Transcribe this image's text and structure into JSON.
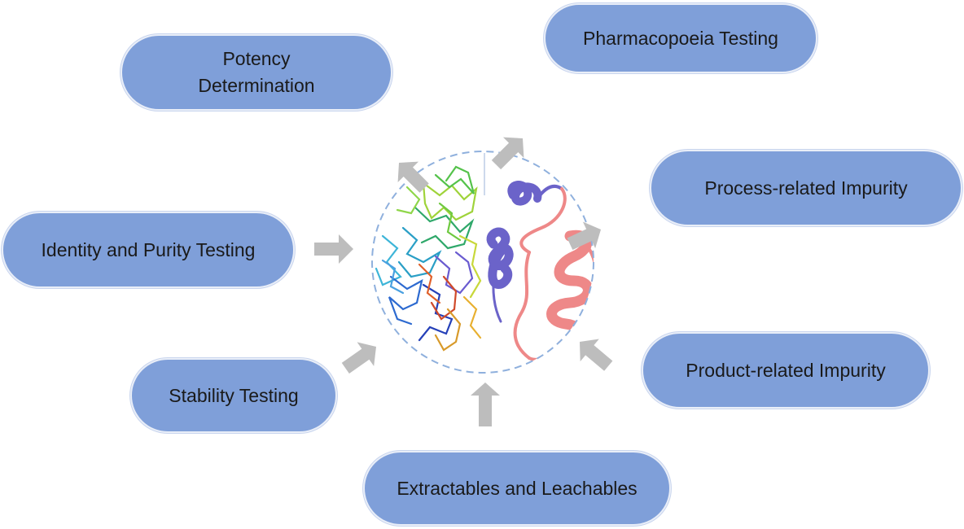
{
  "nodes": {
    "potency": {
      "line1": "Potency",
      "line2": "Determination"
    },
    "pharmacopoeia": {
      "label": "Pharmacopoeia Testing"
    },
    "process_impurity": {
      "label": "Process-related Impurity"
    },
    "identity_purity": {
      "label": "Identity and Purity Testing"
    },
    "product_impurity": {
      "label": "Product-related Impurity"
    },
    "stability": {
      "label": "Stability Testing"
    },
    "extractables": {
      "label": "Extractables and Leachables"
    }
  },
  "center_image": {
    "left": "biologic-molecule-stick-model",
    "right": "protein-ribbon-structure"
  },
  "colors": {
    "pill_fill": "#7f9fd9",
    "arrow": "#bdbdbd",
    "circle_outline": "#8fb0dd",
    "helix_blue": "#6b63c9",
    "helix_salmon": "#ee8888"
  }
}
